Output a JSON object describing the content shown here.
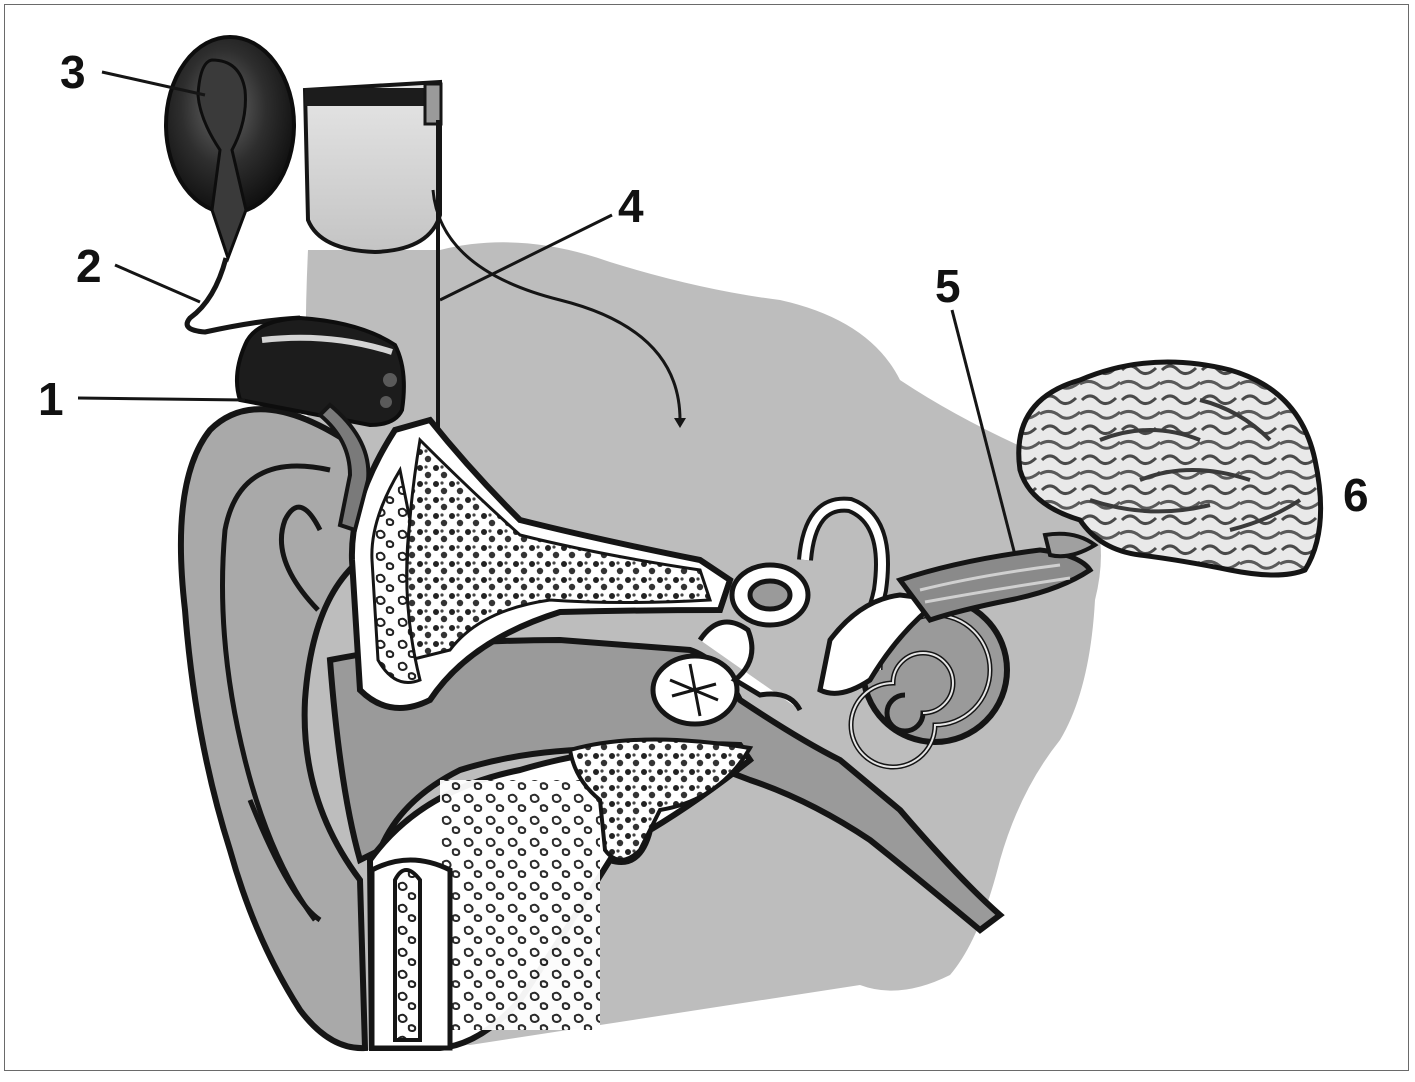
{
  "diagram": {
    "labels": [
      {
        "id": "label-1",
        "text": "1"
      },
      {
        "id": "label-2",
        "text": "2"
      },
      {
        "id": "label-3",
        "text": "3"
      },
      {
        "id": "label-4",
        "text": "4"
      },
      {
        "id": "label-5",
        "text": "5"
      },
      {
        "id": "label-6",
        "text": "6"
      }
    ],
    "colors": {
      "background": "#ffffff",
      "head_shadow": "#bdbdbd",
      "tissue": "#9a9a9a",
      "device_dark": "#1c1c1c",
      "device_light": "#d4d4d4",
      "outline": "#151515",
      "frame": "#6a6a6a"
    },
    "parts": [
      "behind-the-ear-processor",
      "microphone-cable",
      "transmitter-coil",
      "implant-receiver",
      "auditory-nerve",
      "brain"
    ]
  }
}
